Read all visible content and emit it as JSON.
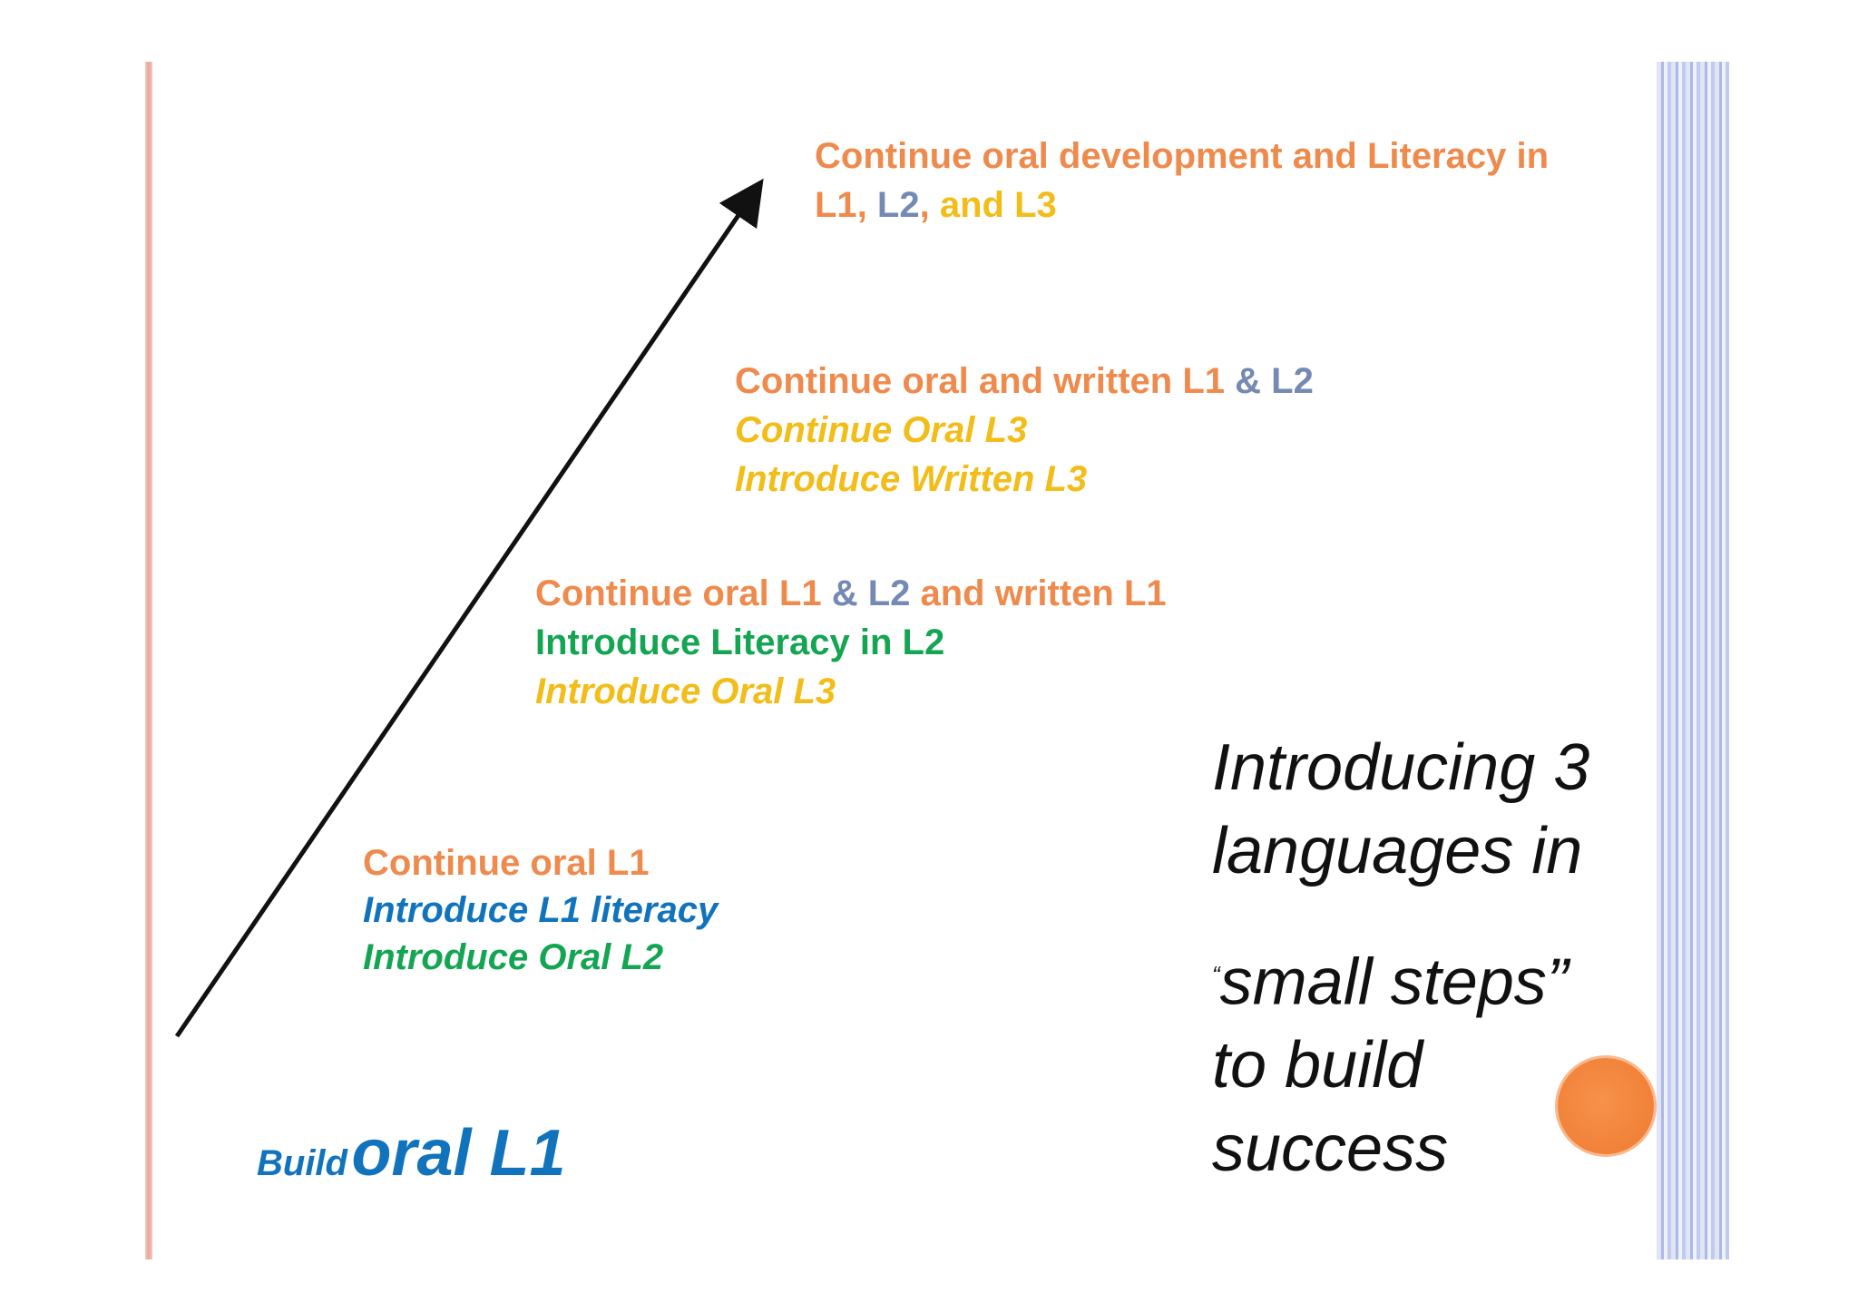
{
  "steps": {
    "top": {
      "line1": "Continue oral development and  Literacy in",
      "l1": "L1",
      "comma1": ", ",
      "l2": "L2",
      "comma2": ", ",
      "l3": "and L3"
    },
    "upper_mid": {
      "line1_orange": "Continue oral and written L1 ",
      "line1_gray": "& L2",
      "line2": "Continue Oral L3",
      "line3": "Introduce Written L3"
    },
    "lower_mid": {
      "line1_a": "Continue oral L1 ",
      "line1_b": "& L2",
      "line1_c": " and written L1",
      "line2": "Introduce Literacy in L2",
      "line3": "Introduce Oral L3"
    },
    "bottom": {
      "line1": "Continue oral L1",
      "line2": "Introduce L1 literacy",
      "line3": "Introduce Oral L2"
    },
    "base": {
      "small": "Build",
      "big": "oral L1"
    }
  },
  "title": {
    "line1": "Introducing 3",
    "line2": "languages in",
    "quote_open": "“",
    "line3": "small steps”",
    "line4": "to build",
    "line5": "success"
  },
  "colors": {
    "orange": "#ef8a4d",
    "gray": "#7489b3",
    "yellow": "#f2bd18",
    "green": "#14a552",
    "blue": "#1173bb",
    "accent_dot": "#ee7a30"
  }
}
